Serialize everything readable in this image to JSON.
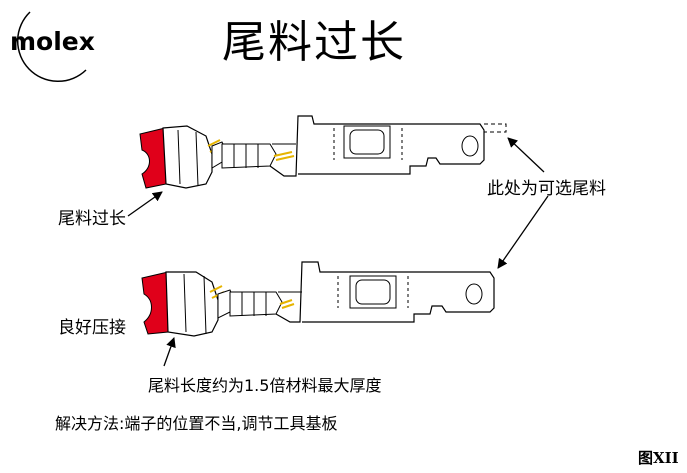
{
  "logo": {
    "text": "molex"
  },
  "title": "尾料过长",
  "labels": {
    "too_long": "尾料过长",
    "good_crimp": "良好压接",
    "optional_tail": "此处为可选尾料"
  },
  "note": "尾料长度约为1.5倍材料最大厚度",
  "solution": "解决方法:端子的位置不当,调节工具基板",
  "figure_number": "图XII",
  "colors": {
    "insulation": "#e0001a",
    "wire_strands": "#e6b400",
    "line": "#000000"
  }
}
